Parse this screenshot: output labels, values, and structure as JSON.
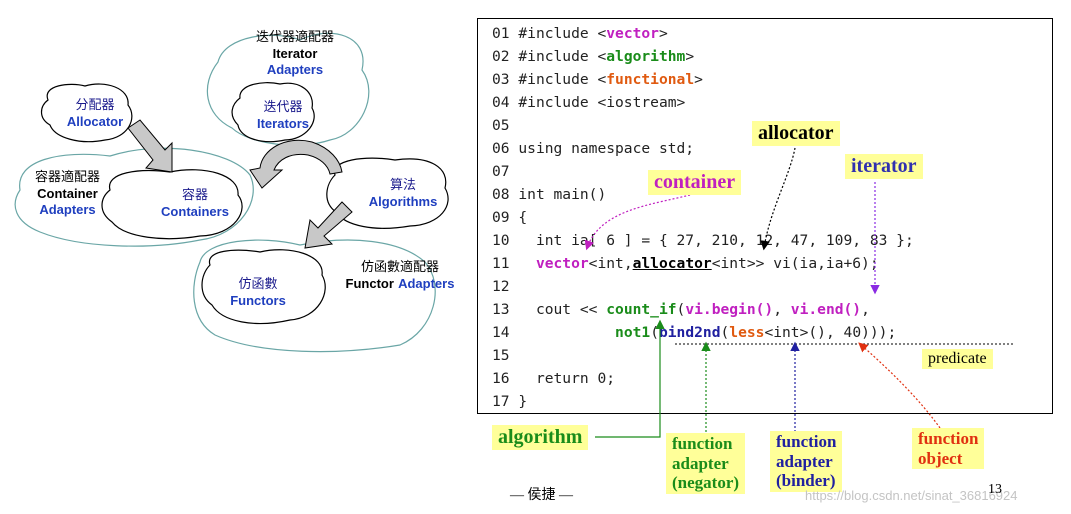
{
  "diagram": {
    "iterator_adapters": {
      "zh": "迭代器適配器",
      "en1": "Iterator",
      "en2": "Adapters"
    },
    "allocator": {
      "zh": "分配器",
      "en": "Allocator"
    },
    "iterators": {
      "zh": "迭代器",
      "en": "Iterators"
    },
    "container_adapters": {
      "zh": "容器適配器",
      "en1": "Container",
      "en2": "Adapters"
    },
    "containers": {
      "zh": "容器",
      "en": "Containers"
    },
    "algorithms": {
      "zh": "算法",
      "en": "Algorithms"
    },
    "functors": {
      "zh": "仿函數",
      "en": "Functors"
    },
    "functor_adapters": {
      "zh": "仿函數適配器",
      "en1": "Functor",
      "en2": "Adapters"
    }
  },
  "code": {
    "line_numbers": [
      "01",
      "02",
      "03",
      "04",
      "05",
      "06",
      "07",
      "08",
      "09",
      "10",
      "11",
      "12",
      "13",
      "14",
      "15",
      "16",
      "17"
    ],
    "l01": {
      "pre": "#include <",
      "kw": "vector",
      "post": ">"
    },
    "l02": {
      "pre": "#include <",
      "kw": "algorithm",
      "post": ">"
    },
    "l03": {
      "pre": "#include <",
      "kw": "functional",
      "post": ">"
    },
    "l04": "#include <iostream>",
    "l06": "using namespace std;",
    "l08": "int main()",
    "l09": "{",
    "l10": "  int ia[ 6 ] = { 27, 210, 12, 47, 109, 83 };",
    "l11": {
      "a": "  ",
      "vector": "vector",
      "b": "<int,",
      "allocator": "allocator",
      "c": "<int>> vi(ia,ia+6);"
    },
    "l13": {
      "a": "  cout << ",
      "count_if": "count_if",
      "b": "(",
      "begin": "vi.begin()",
      "c": ", ",
      "end": "vi.end()",
      "d": ","
    },
    "l14": {
      "a": "           ",
      "not1": "not1",
      "b": "(",
      "bind2nd": "bind2nd",
      "c": "(",
      "less": "less",
      "d": "<int>(), 40)));"
    },
    "l16": "  return 0;",
    "l17": "}"
  },
  "tags": {
    "allocator": "allocator",
    "iterator": "iterator",
    "container": "container",
    "predicate": "predicate",
    "algorithm": "algorithm",
    "function_adapter_negator": [
      "function",
      "adapter",
      "(negator)"
    ],
    "function_adapter_binder": [
      "function",
      "adapter",
      "(binder)"
    ],
    "function_object": [
      "function",
      "object"
    ]
  },
  "footer": {
    "author": "— 侯捷 —",
    "page": "13",
    "watermark_url": "https://blog.csdn.net/sinat_36816924"
  },
  "colors": {
    "tag_bg": "#ffff99",
    "magenta": "#c020c0",
    "green": "#1a8c1a",
    "orange": "#e05a10",
    "navy": "#2020a0",
    "red": "#e03010"
  }
}
